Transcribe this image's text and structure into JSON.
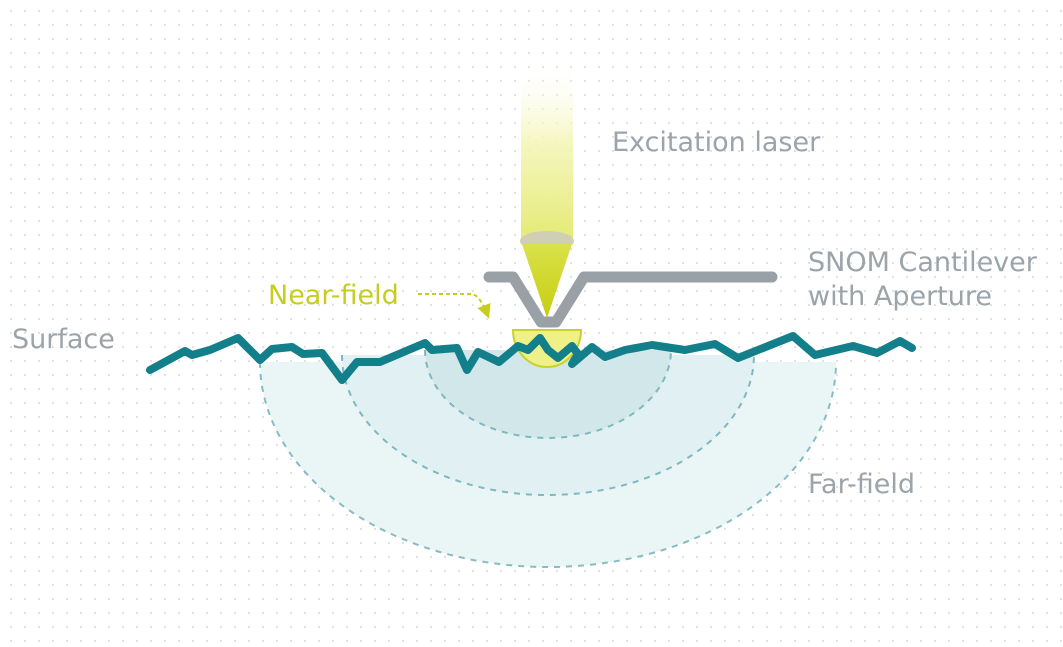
{
  "labels": {
    "excitation_laser": "Excitation laser",
    "cantilever_line1": "SNOM Cantilever",
    "cantilever_line2": "with Aperture",
    "near_field": "Near-field",
    "surface": "Surface",
    "far_field": "Far-field"
  },
  "colors": {
    "label_gray": "#9ba4ab",
    "near_field_yellow": "#c6cd1e",
    "surface_teal": "#137f8a",
    "cantilever_gray": "#9aa1a6",
    "laser_yellow": "#e4ea72",
    "field_fill": "#dff0f2",
    "field_dash": "#7fb8c0"
  }
}
